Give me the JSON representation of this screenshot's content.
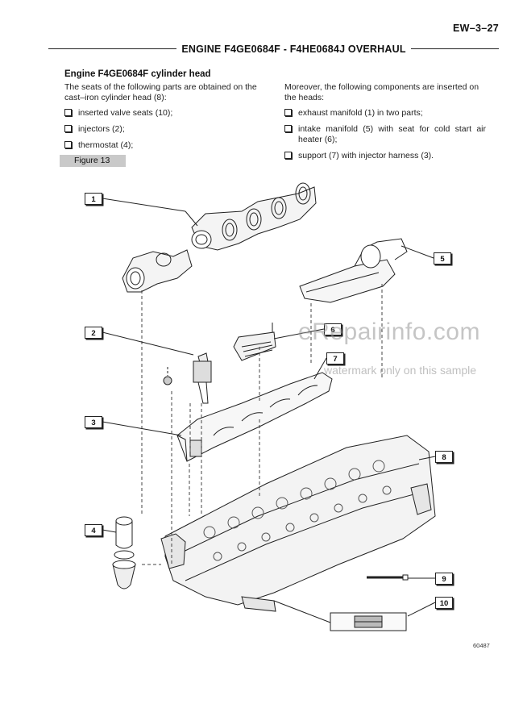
{
  "header": {
    "page_number": "EW–3–27",
    "section_title": "ENGINE F4GE0684F - F4HE0684J OVERHAUL"
  },
  "content": {
    "subheading": "Engine F4GE0684F cylinder head",
    "left_intro": "The seats of the following parts are obtained on the cast–iron cylinder head (8):",
    "left_items": [
      "inserted valve seats (10);",
      "injectors (2);",
      "thermostat (4);"
    ],
    "right_intro": "Moreover, the following components are inserted on the heads:",
    "right_items": [
      "exhaust manifold (1) in two parts;",
      "intake manifold (5) with seat for cold start air heater (6);",
      "support (7) with injector harness (3)."
    ]
  },
  "figure": {
    "label": "Figure 13",
    "code": "60487",
    "callouts": [
      "1",
      "2",
      "3",
      "4",
      "5",
      "6",
      "7",
      "8",
      "9",
      "10"
    ]
  },
  "watermark": {
    "main": "eRepairinfo.com",
    "sub": "watermark only on this sample"
  }
}
